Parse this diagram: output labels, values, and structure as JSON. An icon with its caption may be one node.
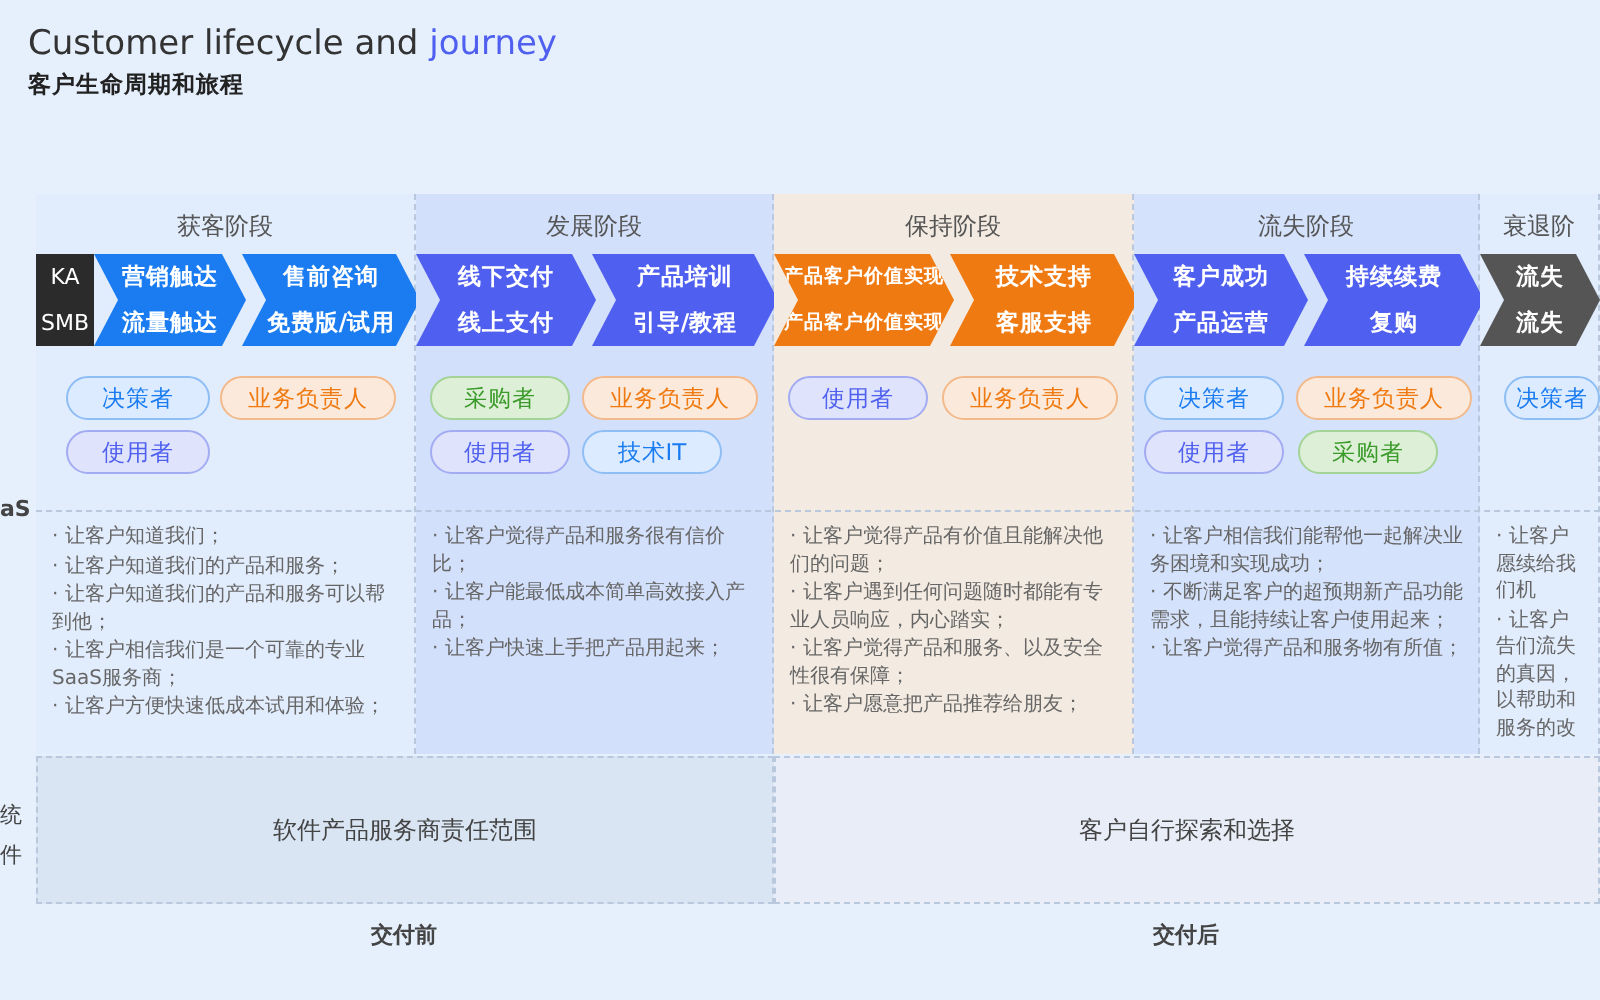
{
  "diagram": {
    "title": "Customer lifecycle and journey",
    "nodes": [
      {
        "text": [
          "KA"
        ],
        "in": 2
      },
      {
        "text": [
          "SMB"
        ],
        "in": 2
      },
      {
        "text": [
          "获客阶段",
          "· 让客户知道我们；",
          "· 让客户知道我们的产品和服务；",
          "· 让客户知道我们的产品和服务可以帮到他；",
          "· 让客户相信我们是一个可靠的专业SaaS服务商；",
          "· 让客户方便快速低成本试用和体验；"
        ]
      },
      {
        "text": [
          "营销触达"
        ],
        "in": 2
      },
      {
        "text": [
          "售前咨询"
        ],
        "in": 2
      },
      {
        "text": [
          "流量触达"
        ],
        "in": 2
      },
      {
        "text": [
          "免费版/试用"
        ],
        "in": 2
      },
      {
        "text": [
          "决策者"
        ],
        "in": 2
      },
      {
        "text": [
          "业务负责人"
        ],
        "in": 2
      },
      {
        "text": [
          "使用者"
        ],
        "in": 2
      },
      {
        "text": [
          "发展阶段",
          "· 让客户觉得产品和服务很有信价比；",
          "· 让客户能最低成本简单高效接入产品；",
          "· 让客户快速上手把产品用起来；"
        ]
      },
      {
        "text": [
          "线下交付"
        ],
        "in": 10
      },
      {
        "text": [
          "产品培训"
        ],
        "in": 10
      },
      {
        "text": [
          "线上支付"
        ],
        "in": 10
      },
      {
        "text": [
          "引导/教程"
        ],
        "in": 10
      },
      {
        "text": [
          "采购者"
        ],
        "in": 10
      },
      {
        "text": [
          "业务负责人"
        ],
        "in": 10
      },
      {
        "text": [
          "使用者"
        ],
        "in": 10
      },
      {
        "text": [
          "技术IT"
        ],
        "in": 10
      },
      {
        "text": [
          "保持阶段",
          "· 让客户觉得产品有价值且能解决他们的问题；",
          "· 让客户遇到任何问题随时都能有专业人员响应，内心踏实；",
          "· 让客户觉得产品和服务、以及安全性很有保障；",
          "· 让客户愿意把产品推荐给朋友；"
        ]
      },
      {
        "text": [
          "产品客户价值实现"
        ],
        "in": 19
      },
      {
        "text": [
          "技术支持"
        ],
        "in": 19
      },
      {
        "text": [
          "产品客户价值实现"
        ],
        "in": 19
      },
      {
        "text": [
          "客服支持"
        ],
        "in": 19
      },
      {
        "text": [
          "使用者"
        ],
        "in": 19
      },
      {
        "text": [
          "业务负责人"
        ],
        "in": 19
      },
      {
        "text": [
          "流失阶段",
          "· 让客户相信我们能帮他一起解决业务困境和实现成功；",
          "· 不断满足客户的超预期新产品功能需求，且能持续让客户使用起来；",
          "· 让客户觉得产品和服务物有所值；"
        ]
      },
      {
        "text": [
          "客户成功"
        ],
        "in": 26
      },
      {
        "text": [
          "持续续费"
        ],
        "in": 26
      },
      {
        "text": [
          "产品运营"
        ],
        "in": 26
      },
      {
        "text": [
          "复购"
        ],
        "in": 26
      },
      {
        "text": [
          "决策者"
        ],
        "in": 26
      },
      {
        "text": [
          "业务负责人"
        ],
        "in": 26
      },
      {
        "text": [
          "使用者"
        ],
        "in": 26
      },
      {
        "text": [
          "采购者"
        ],
        "in": 26
      },
      {
        "text": [
          "衰退阶",
          "· 让客户愿续给我们机",
          "· 让客户告们流失的真因，以帮助和服务的改"
        ]
      },
      {
        "text": [
          "流失"
        ],
        "in": 35
      },
      {
        "text": [
          "流失"
        ],
        "in": 35
      },
      {
        "text": [
          "决策者"
        ],
        "in": 35
      },
      {
        "text": [
          "软件产品服务商责任范围"
        ],
        "beside": [
          "交付前"
        ]
      },
      {
        "text": [
          "客户自行探索和选择"
        ],
        "beside": [
          "交付后"
        ]
      }
    ],
    "labels": [
      "客户生命周期和旅程",
      "aS",
      "统件"
    ]
  }
}
